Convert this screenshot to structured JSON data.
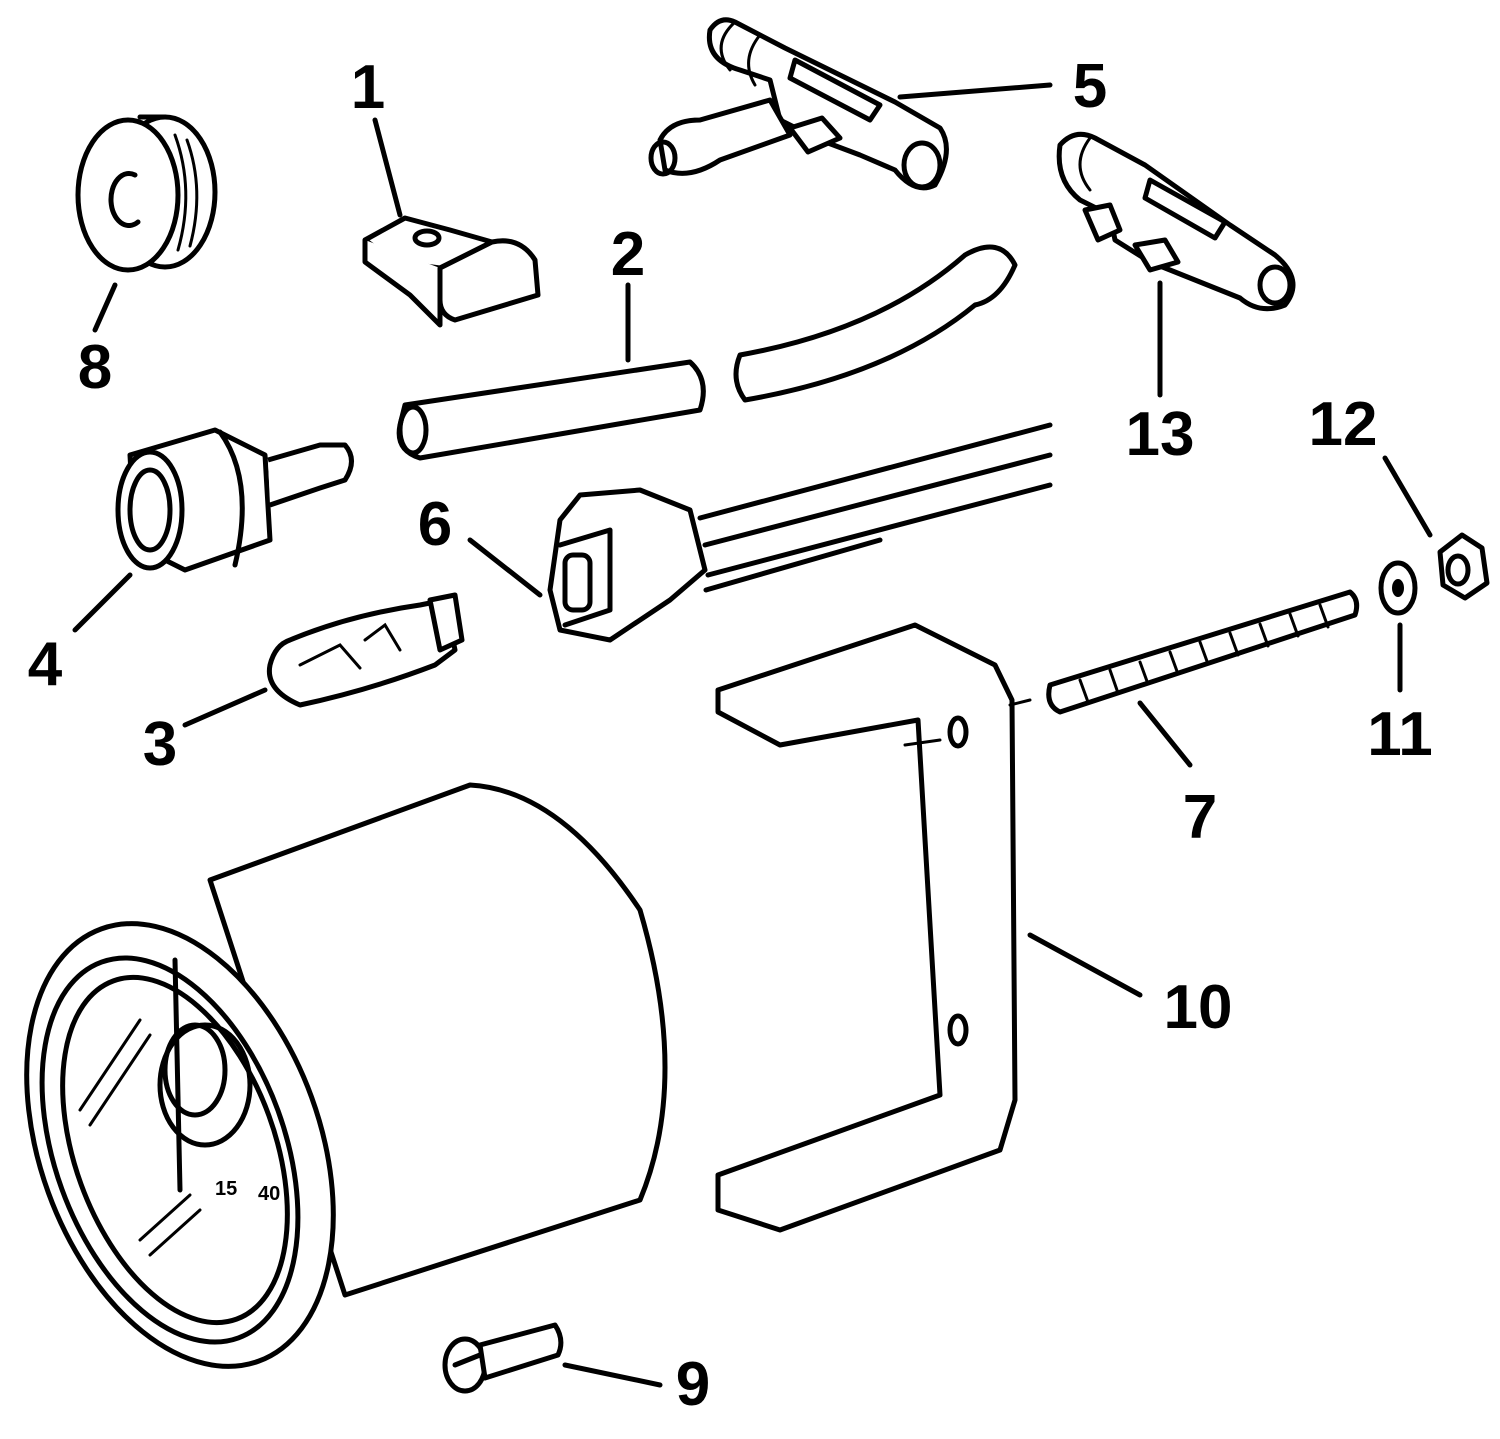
{
  "callouts": {
    "c1": "1",
    "c2": "2",
    "c3": "3",
    "c4": "4",
    "c5": "5",
    "c6": "6",
    "c7": "7",
    "c8": "8",
    "c9": "9",
    "c10": "10",
    "c11": "11",
    "c12": "12",
    "c13": "13"
  },
  "gauge_dial": {
    "mark_a": "15",
    "mark_b": "40"
  }
}
